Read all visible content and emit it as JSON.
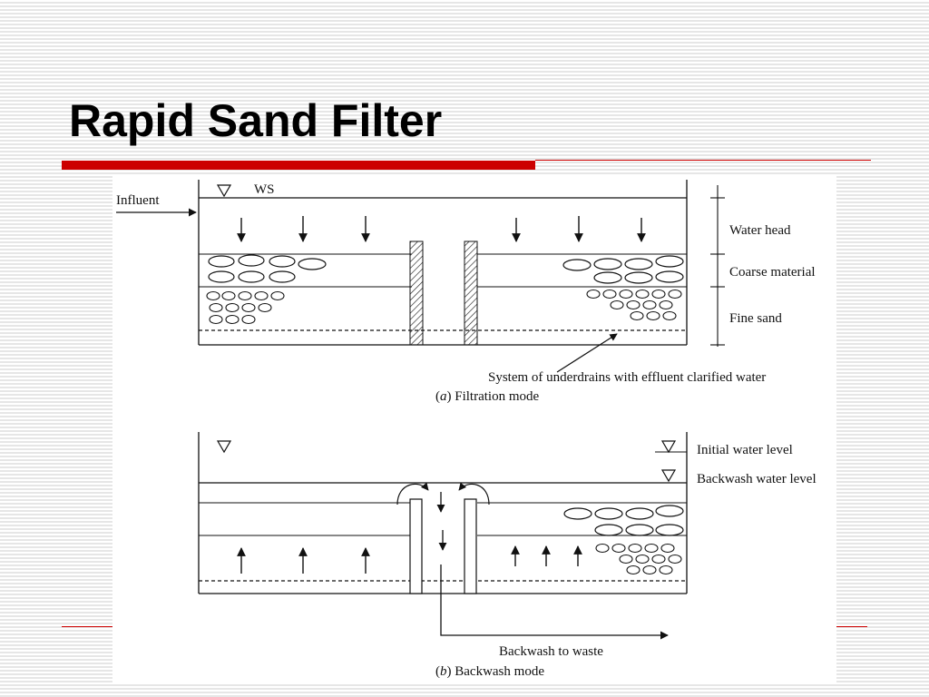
{
  "slide": {
    "title": "Rapid Sand Filter",
    "accent_color": "#cc0000"
  },
  "diagram": {
    "filtration": {
      "influent_label": "Influent",
      "ws_label": "WS",
      "layer_labels": [
        "Water head",
        "Coarse material",
        "Fine sand"
      ],
      "underdrain_label": "System of underdrains with effluent clarified water",
      "caption_letter": "a",
      "caption_text": "Filtration mode"
    },
    "backwash": {
      "initial_level_label": "Initial water level",
      "backwash_level_label": "Backwash water level",
      "waste_label": "Backwash to waste",
      "caption_letter": "b",
      "caption_text": "Backwash mode"
    }
  }
}
